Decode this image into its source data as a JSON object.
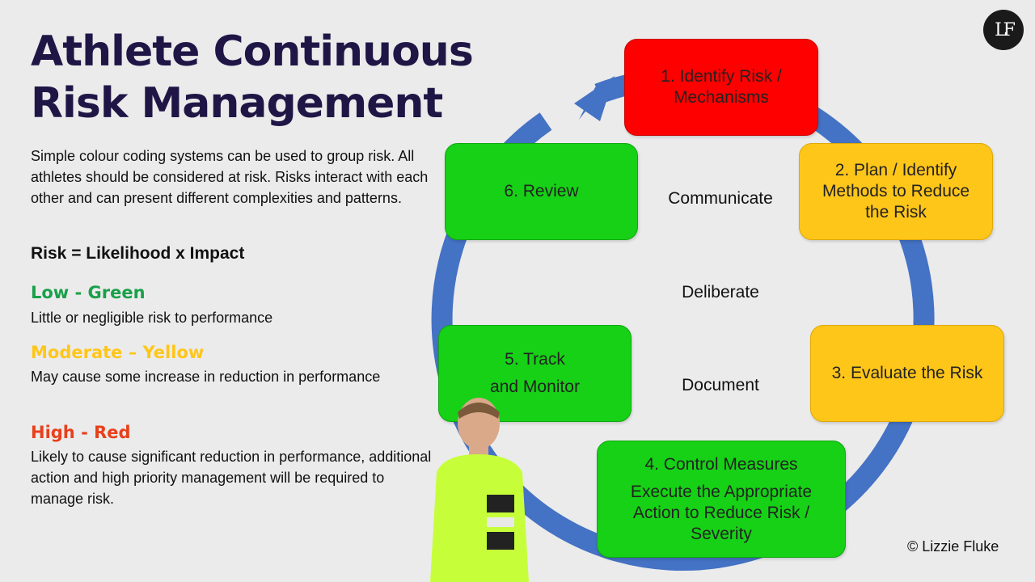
{
  "title_line1": "Athlete Continuous",
  "title_line2": "Risk Management",
  "intro": "Simple colour coding systems can be used to group risk. All athletes should be considered at risk. Risks interact with each other and can present different complexities and patterns.",
  "formula": "Risk = Likelihood x Impact",
  "levels": [
    {
      "heading": "Low - Green",
      "description": "Little or negligible risk to performance",
      "color": "#1aa04a"
    },
    {
      "heading": "Moderate – Yellow",
      "description": "May cause some increase in reduction in performance",
      "color": "#ffc61a"
    },
    {
      "heading": "High - Red",
      "description": "Likely to cause significant reduction in performance, additional action and high priority management will be required to manage risk.",
      "color": "#e8401c"
    }
  ],
  "logo": "LF",
  "steps": [
    {
      "line1": "1. Identify Risk /",
      "line2": "Mechanisms",
      "color": "red"
    },
    {
      "line1": "2. Plan / Identify",
      "line2": "Methods to Reduce",
      "line3": "the Risk",
      "color": "yellow"
    },
    {
      "line1": "3. Evaluate the Risk",
      "color": "yellow"
    },
    {
      "line1": "4. Control Measures",
      "line2": "Execute the Appropriate",
      "line3": "Action to Reduce Risk /",
      "line4": "Severity",
      "color": "green"
    },
    {
      "line1": "5. Track",
      "line2": "and Monitor",
      "color": "green"
    },
    {
      "line1": "6. Review",
      "color": "green"
    }
  ],
  "center_words": [
    "Communicate",
    "Deliberate",
    "Document"
  ],
  "copyright": "© Lizzie Fluke",
  "colors": {
    "title": "#1f1646",
    "cycle_arrow": "#4472c4",
    "red": "#ff0000",
    "yellow": "#ffc61a",
    "green": "#16d116"
  }
}
